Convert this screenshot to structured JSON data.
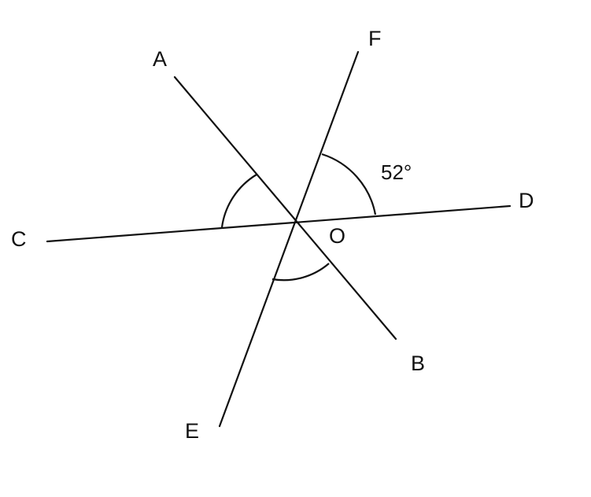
{
  "diagram": {
    "points": {
      "A": "A",
      "B": "B",
      "C": "C",
      "D": "D",
      "E": "E",
      "F": "F",
      "O": "O"
    },
    "angle_label": "52°"
  },
  "colors": {
    "ink": "#111111",
    "background": "#ffffff"
  }
}
